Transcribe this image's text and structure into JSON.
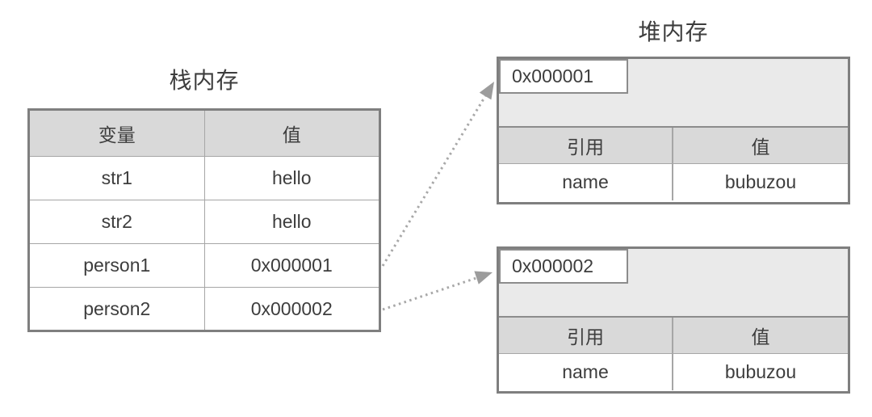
{
  "colors": {
    "border_outer": "#7f7f7f",
    "border_inner": "#a6a6a6",
    "section_divider": "#8c8c8c",
    "header_fill": "#d9d9d9",
    "address_fill": "#eaeaea",
    "text": "#3d3d3d",
    "arrow": "#a8a8a8",
    "arrow_head": "#9c9c9c",
    "background": "#ffffff"
  },
  "stack": {
    "title": "栈内存",
    "headers": [
      "变量",
      "值"
    ],
    "rows": [
      [
        "str1",
        "hello"
      ],
      [
        "str2",
        "hello"
      ],
      [
        "person1",
        "0x000001"
      ],
      [
        "person2",
        "0x000002"
      ]
    ]
  },
  "heap": {
    "title": "堆内存",
    "objects": [
      {
        "address": "0x000001",
        "headers": [
          "引用",
          "值"
        ],
        "rows": [
          [
            "name",
            "bubuzou"
          ]
        ]
      },
      {
        "address": "0x000002",
        "headers": [
          "引用",
          "值"
        ],
        "rows": [
          [
            "name",
            "bubuzou"
          ]
        ]
      }
    ]
  }
}
